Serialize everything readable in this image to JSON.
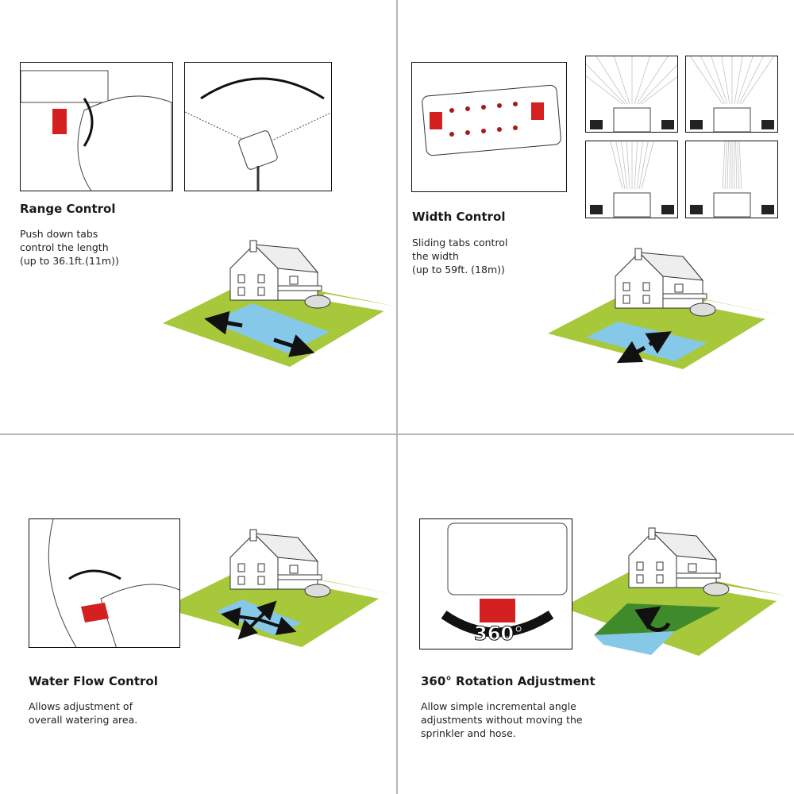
{
  "sections": [
    {
      "title": "Range Control",
      "lines": [
        "Push down tabs",
        "control the length",
        "(up to 36.1ft.(11m))"
      ]
    },
    {
      "title": "Width Control",
      "lines": [
        "Sliding tabs control",
        "the width",
        "(up to 59ft. (18m))"
      ]
    },
    {
      "title": "Water Flow Control",
      "lines": [
        "Allows adjustment of",
        "overall watering area."
      ]
    },
    {
      "title": "360° Rotation Adjustment",
      "lines": [
        "Allow simple incremental angle",
        "adjustments without moving the",
        "sprinkler and hose."
      ]
    }
  ],
  "rotation_label": "360°",
  "colors": {
    "lawn": "#a6c83a",
    "water": "#86c8e8",
    "tab": "#d42020",
    "divider": "#b5b5b5",
    "shade": "#3f8a2a"
  }
}
